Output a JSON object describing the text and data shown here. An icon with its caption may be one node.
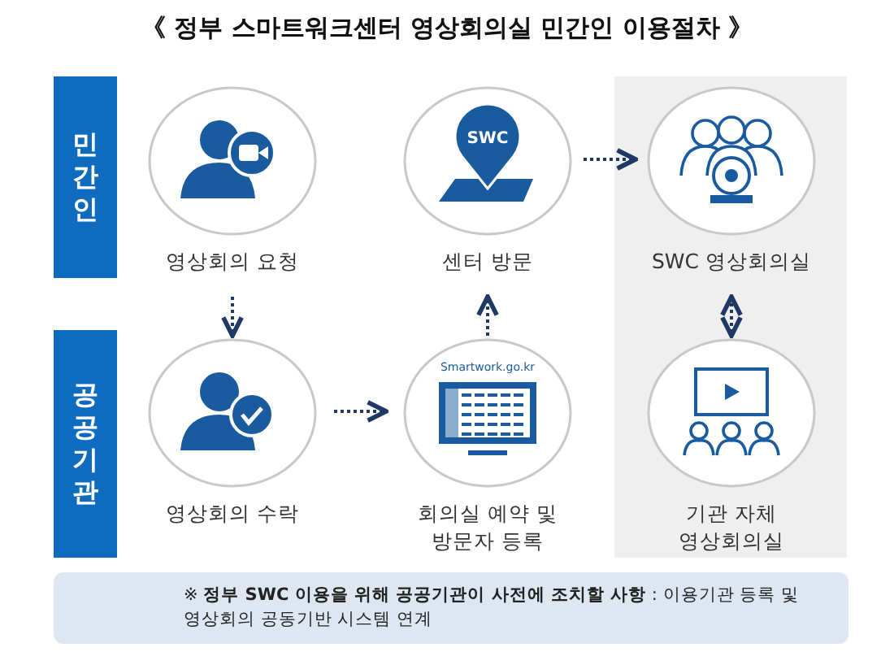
{
  "diagram": {
    "title": "《 정부 스마트워크센터 영상회의실 민간인 이용절차 》",
    "nodes": [
      {
        "text": [
          "민간인"
        ]
      },
      {
        "text": [
          "공공기관"
        ]
      },
      {
        "text": [
          "영상회의 요청"
        ]
      },
      {
        "text": [
          "센터 방문"
        ]
      },
      {
        "text": [
          "SWC 영상회의실"
        ]
      },
      {
        "text": [
          "영상회의 수락"
        ]
      },
      {
        "text": [
          "회의실 예약 및 방문자 등록"
        ]
      },
      {
        "text": [
          "기관 자체 영상회의실"
        ]
      },
      {
        "text": [
          "※ **정부 SWC 이용을 위해 공공기관이 사전에 조치할 사항** : 이용기관 등록 및 영상회의 공동기반 시스템 연계"
        ]
      }
    ],
    "edges": [
      {
        "from": 2,
        "to": 5,
        "arrow": "to",
        "style": "dashed"
      },
      {
        "from": 5,
        "to": 6,
        "arrow": "to",
        "style": "dashed"
      },
      {
        "from": 6,
        "to": 3,
        "arrow": "to",
        "style": "dashed"
      },
      {
        "from": 3,
        "to": 4,
        "arrow": "to",
        "style": "dashed"
      },
      {
        "from": 4,
        "to": 7,
        "arrow": "both",
        "style": "dashed"
      }
    ],
    "labels": [
      "SWC",
      "Smartwork.go.kr"
    ]
  }
}
